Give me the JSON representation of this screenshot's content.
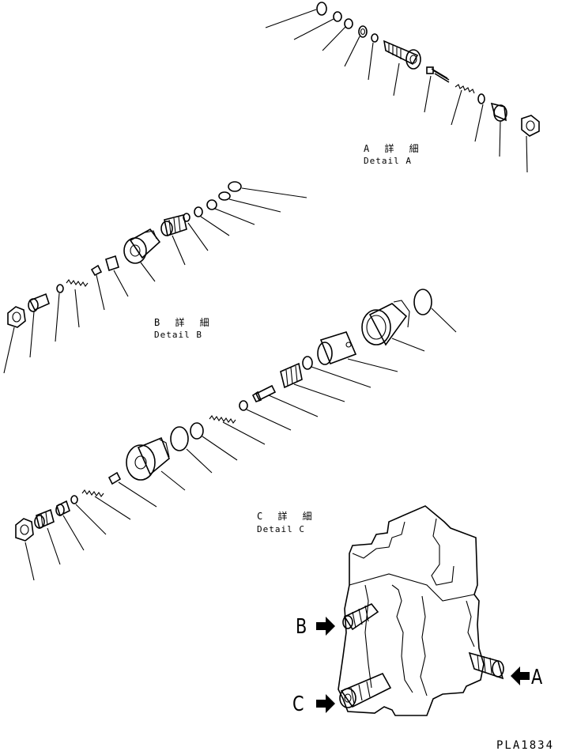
{
  "details": [
    {
      "id": "A",
      "title_jp": "A 詳 細",
      "title_en": "Detail A"
    },
    {
      "id": "B",
      "title_jp": "B 詳 細",
      "title_en": "Detail B"
    },
    {
      "id": "C",
      "title_jp": "C 詳 細",
      "title_en": "Detail C"
    }
  ],
  "callouts": {
    "a": "A",
    "b": "B",
    "c": "C"
  },
  "drawing_ref": "PLA1834"
}
